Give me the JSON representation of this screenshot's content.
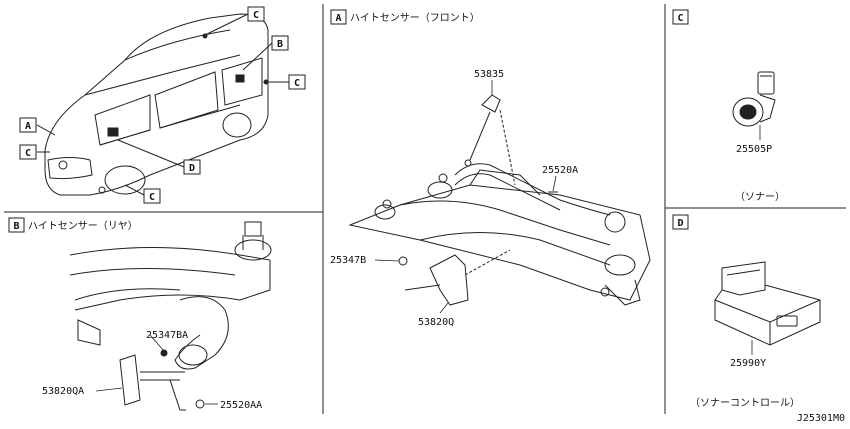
{
  "diagram_id": "J25301M0",
  "sections": {
    "a": {
      "letter": "A",
      "title": "ハイトセンサー（フロント）"
    },
    "b": {
      "letter": "B",
      "title": "ハイトセンサー（リヤ）"
    },
    "c": {
      "letter": "C",
      "caption": "（ソナー）"
    },
    "d": {
      "letter": "D",
      "caption": "（ソナーコントロール）"
    }
  },
  "vehicle_callouts": [
    "C",
    "B",
    "C",
    "A",
    "C",
    "D",
    "C"
  ],
  "parts": {
    "p53835": "53835",
    "p25520A": "25520A",
    "p25347B": "25347B",
    "p53820Q": "53820Q",
    "p25347BA": "25347BA",
    "p53820QA": "53820QA",
    "p25520AA": "25520AA",
    "p25505P": "25505P",
    "p25990Y": "25990Y"
  }
}
